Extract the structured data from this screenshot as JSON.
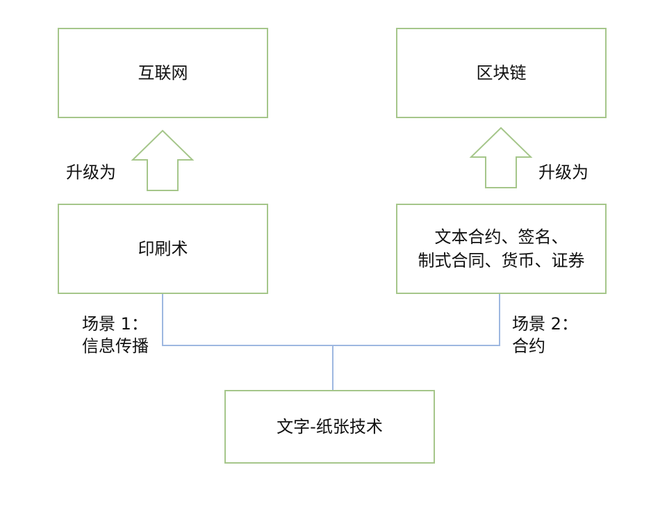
{
  "boxes": {
    "internet": "互联网",
    "blockchain": "区块链",
    "printing": "印刷术",
    "contracts_line1": "文本合约、签名、",
    "contracts_line2": "制式合同、货币、证券",
    "writing_paper": "文字-纸张技术"
  },
  "labels": {
    "upgrade_left": "升级为",
    "upgrade_right": "升级为",
    "scenario1_line1": "场景 1：",
    "scenario1_line2": "信息传播",
    "scenario2_line1": "场景 2：",
    "scenario2_line2": "合约"
  },
  "colors": {
    "box_border": "#a5c68a",
    "connector": "#9db7e0",
    "arrow_stroke": "#a5c68a"
  }
}
